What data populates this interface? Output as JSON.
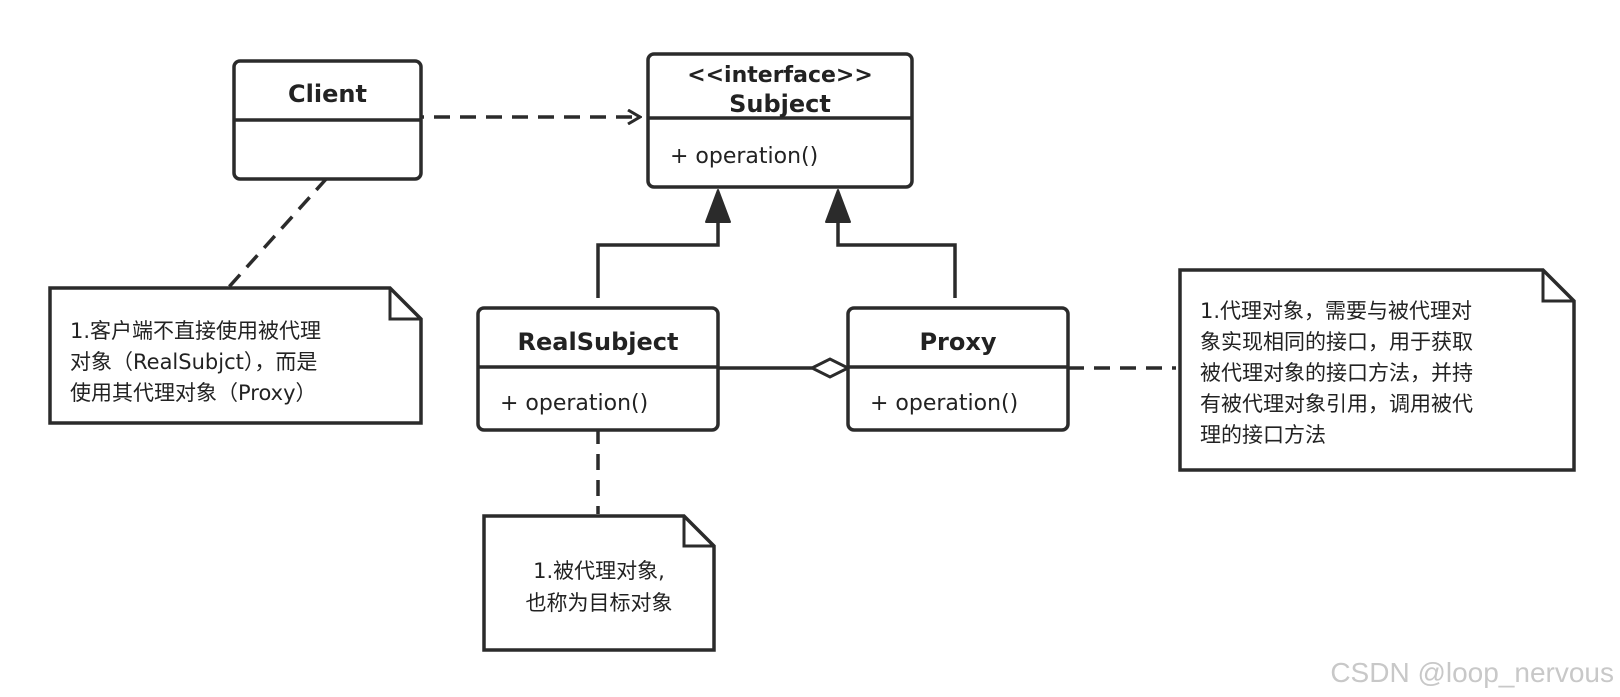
{
  "classes": {
    "client": {
      "name": "Client"
    },
    "subject": {
      "stereotype": "<<interface>>",
      "name": "Subject",
      "operation": "+ operation()"
    },
    "real_subject": {
      "name": "RealSubject",
      "operation": "+ operation()"
    },
    "proxy": {
      "name": "Proxy",
      "operation": "+ operation()"
    }
  },
  "notes": {
    "client_note": {
      "lines": [
        "1.客户端不直接使用被代理",
        "对象（RealSubjct），而是",
        "使用其代理对象（Proxy）"
      ]
    },
    "real_subject_note": {
      "lines": [
        "1.被代理对象,",
        "也称为目标对象"
      ]
    },
    "proxy_note": {
      "lines": [
        "1.代理对象，需要与被代理对",
        "象实现相同的接口，用于获取",
        "被代理对象的接口方法，并持",
        "有被代理对象引用，调用被代",
        "理的接口方法"
      ]
    }
  },
  "watermark": "CSDN @loop_nervous",
  "colors": {
    "stroke": "#2b2b2b",
    "fill": "#ffffff",
    "watermark": "#c8c8c8"
  }
}
